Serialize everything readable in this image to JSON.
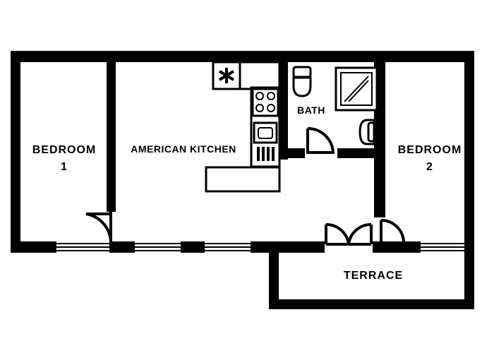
{
  "rooms": {
    "bedroom1": {
      "line1": "BEDROOM",
      "line2": "1"
    },
    "kitchen": {
      "label": "AMERICAN KITCHEN"
    },
    "bath": {
      "label": "BATH"
    },
    "bedroom2": {
      "line1": "BEDROOM",
      "line2": "2"
    },
    "terrace": {
      "label": "TERRACE"
    }
  },
  "icons": {
    "fridge": "asterisk-icon",
    "cooktop": "cooktop-icon",
    "sink": "sink-icon",
    "toilet": "toilet-icon",
    "shower": "shower-icon",
    "basin": "washbasin-icon"
  }
}
